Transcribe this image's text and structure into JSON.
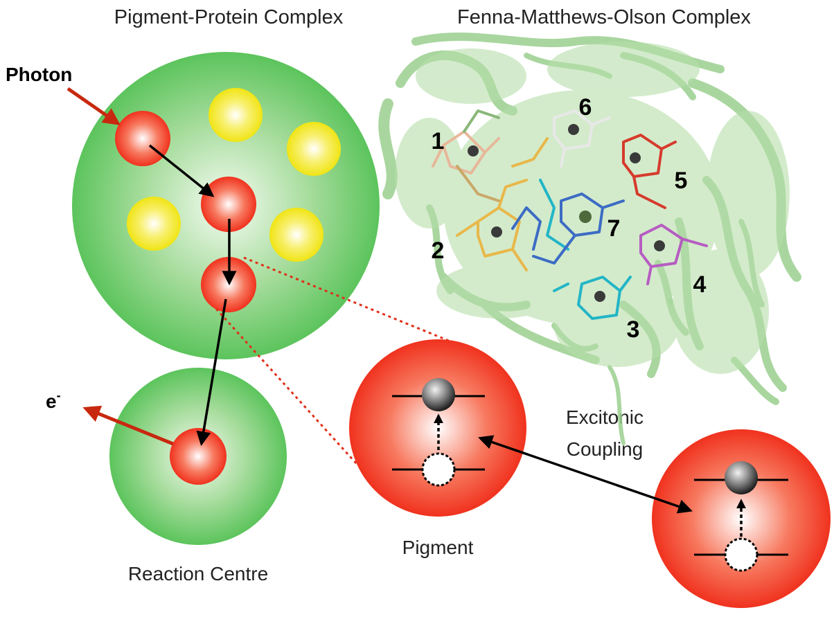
{
  "titles": {
    "left": "Pigment-Protein Complex",
    "right": "Fenna-Matthews-Olson Complex"
  },
  "labels": {
    "photon": "Photon",
    "electron": "e",
    "electron_sup": "-",
    "reaction_centre": "Reaction Centre",
    "pigment": "Pigment",
    "excitonic_line1": "Excitonic",
    "excitonic_line2": "Coupling"
  },
  "fmo_sites": [
    "1",
    "2",
    "3",
    "4",
    "5",
    "6",
    "7"
  ],
  "colors": {
    "complex_green": "#5cc45c",
    "pigment_red": "#f0321e",
    "yellow": "#f4ec1c",
    "arrow_red": "#c8280f",
    "dotted_red": "#e0301a",
    "protein_green": "#9bd08f",
    "site_1": "#e7b79a",
    "site_2": "#e8b84a",
    "site_3": "#22b5c6",
    "site_4": "#b65cc2",
    "site_5": "#d63a2c",
    "site_6": "#e8e8e8",
    "site_7": "#3c6cc4"
  }
}
